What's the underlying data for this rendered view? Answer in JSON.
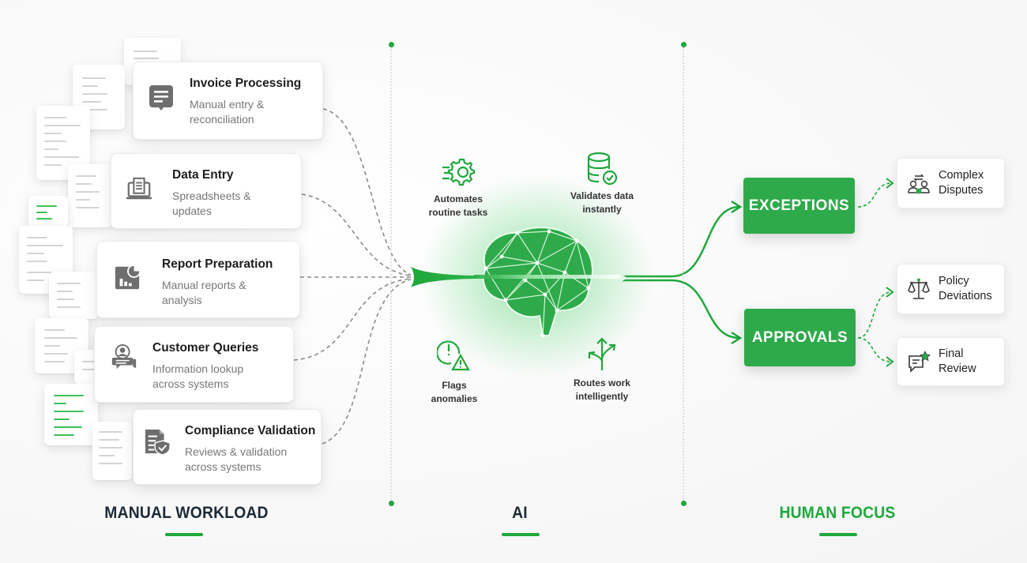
{
  "colors": {
    "accent": "#2eaa4a",
    "accent_dark": "#1fa83c",
    "heading_dark": "#1e2a38",
    "icon_gray": "#6e6e6e"
  },
  "manual_workload": {
    "heading": "MANUAL WORKLOAD",
    "tasks": [
      {
        "title": "Invoice Processing",
        "subtitle": "Manual entry &\nreconciliation",
        "icon": "invoice-icon"
      },
      {
        "title": "Data Entry",
        "subtitle": "Spreadsheets &\nupdates",
        "icon": "laptop-document-icon"
      },
      {
        "title": "Report Preparation",
        "subtitle": "Manual reports &\nanalysis",
        "icon": "report-chart-icon"
      },
      {
        "title": "Customer Queries",
        "subtitle": "Information lookup\nacross systems",
        "icon": "customer-chat-icon"
      },
      {
        "title": "Compliance Validation",
        "subtitle": "Reviews & validation\nacross systems",
        "icon": "document-shield-icon"
      }
    ]
  },
  "ai": {
    "heading": "AI",
    "capabilities": [
      {
        "label": "Automates\nroutine tasks",
        "icon": "gear-speed-icon"
      },
      {
        "label": "Validates data\ninstantly",
        "icon": "database-check-icon"
      },
      {
        "label": "Flags\nanomalies",
        "icon": "alert-warning-icon"
      },
      {
        "label": "Routes work\nintelligently",
        "icon": "route-arrows-icon"
      }
    ],
    "center_icon": "neural-brain-icon"
  },
  "human_focus": {
    "heading": "HUMAN FOCUS",
    "categories": [
      {
        "label": "EXCEPTIONS",
        "items": [
          {
            "label": "Complex\nDisputes",
            "icon": "people-dispute-icon"
          }
        ]
      },
      {
        "label": "APPROVALS",
        "items": [
          {
            "label": "Policy\nDeviations",
            "icon": "scales-icon"
          },
          {
            "label": "Final\nReview",
            "icon": "chat-star-icon"
          }
        ]
      }
    ]
  }
}
